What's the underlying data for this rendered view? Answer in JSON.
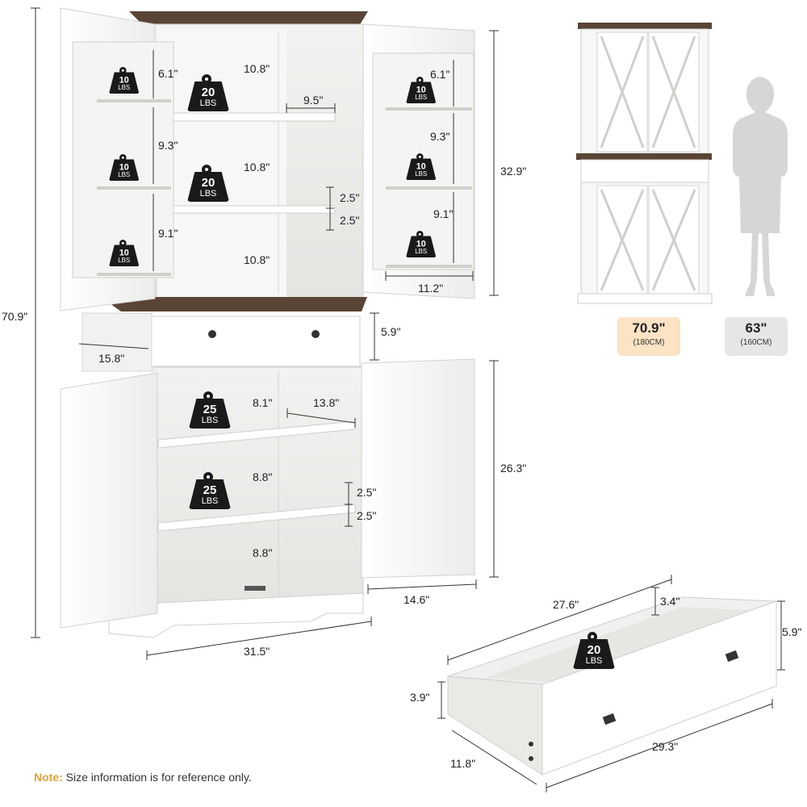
{
  "colors": {
    "wood": "#5a4436",
    "white": "#f6f6f4",
    "shadow": "#d9d9d6",
    "line": "#333333",
    "badge_orange": "#fbe3c4",
    "badge_gray": "#e6e6e6",
    "note_accent": "#e0a33a",
    "weight_fill": "#1a1a1a"
  },
  "icons": [
    "weight-icon",
    "woman-silhouette-icon"
  ],
  "dimensions": {
    "total_height": "70.9\"",
    "upper_height": "32.9\"",
    "lower_height": "26.3\"",
    "drawer_front_height": "5.9\"",
    "depth_side": "15.8\"",
    "width_bottom": "31.5\"",
    "door_width_lower": "14.6\"",
    "door_width_upper": "11.2\"",
    "upper_shelf_gap_1": "10.8\"",
    "upper_shelf_gap_2": "10.8\"",
    "upper_shelf_gap_3": "10.8\"",
    "upper_shelf_depth": "9.5\"",
    "adjust_step_upper_1": "2.5\"",
    "adjust_step_upper_2": "2.5\"",
    "left_door_gap_1": "6.1\"",
    "left_door_gap_2": "9.3\"",
    "left_door_gap_3": "9.1\"",
    "right_door_gap_1": "6.1\"",
    "right_door_gap_2": "9.3\"",
    "right_door_gap_3": "9.1\"",
    "lower_shelf_gap_1": "8.1\"",
    "lower_shelf_gap_2": "8.8\"",
    "lower_shelf_gap_3": "8.8\"",
    "lower_shelf_depth": "13.8\"",
    "adjust_step_lower_1": "2.5\"",
    "adjust_step_lower_2": "2.5\"",
    "drawer_length": "27.6\"",
    "drawer_inner_height": "3.4\"",
    "drawer_outer_height": "5.9\"",
    "drawer_side_height": "3.9\"",
    "drawer_depth": "11.8\"",
    "drawer_width": "29.3\""
  },
  "weights": {
    "door_left_1": {
      "value": "10",
      "unit": "LBS"
    },
    "door_left_2": {
      "value": "10",
      "unit": "LBS"
    },
    "door_left_3": {
      "value": "10",
      "unit": "LBS"
    },
    "door_right_1": {
      "value": "10",
      "unit": "LBS"
    },
    "door_right_2": {
      "value": "10",
      "unit": "LBS"
    },
    "door_right_3": {
      "value": "10",
      "unit": "LBS"
    },
    "upper_shelf_1": {
      "value": "20",
      "unit": "LBS"
    },
    "upper_shelf_2": {
      "value": "20",
      "unit": "LBS"
    },
    "lower_shelf_1": {
      "value": "25",
      "unit": "LBS"
    },
    "lower_shelf_2": {
      "value": "25",
      "unit": "LBS"
    },
    "drawer": {
      "value": "20",
      "unit": "LBS"
    }
  },
  "comparison": {
    "cabinet": {
      "inches": "70.9\"",
      "cm": "(180CM)"
    },
    "person": {
      "inches": "63\"",
      "cm": "(160CM)"
    }
  },
  "note": {
    "label": "Note:",
    "text": " Size information is for reference only."
  }
}
